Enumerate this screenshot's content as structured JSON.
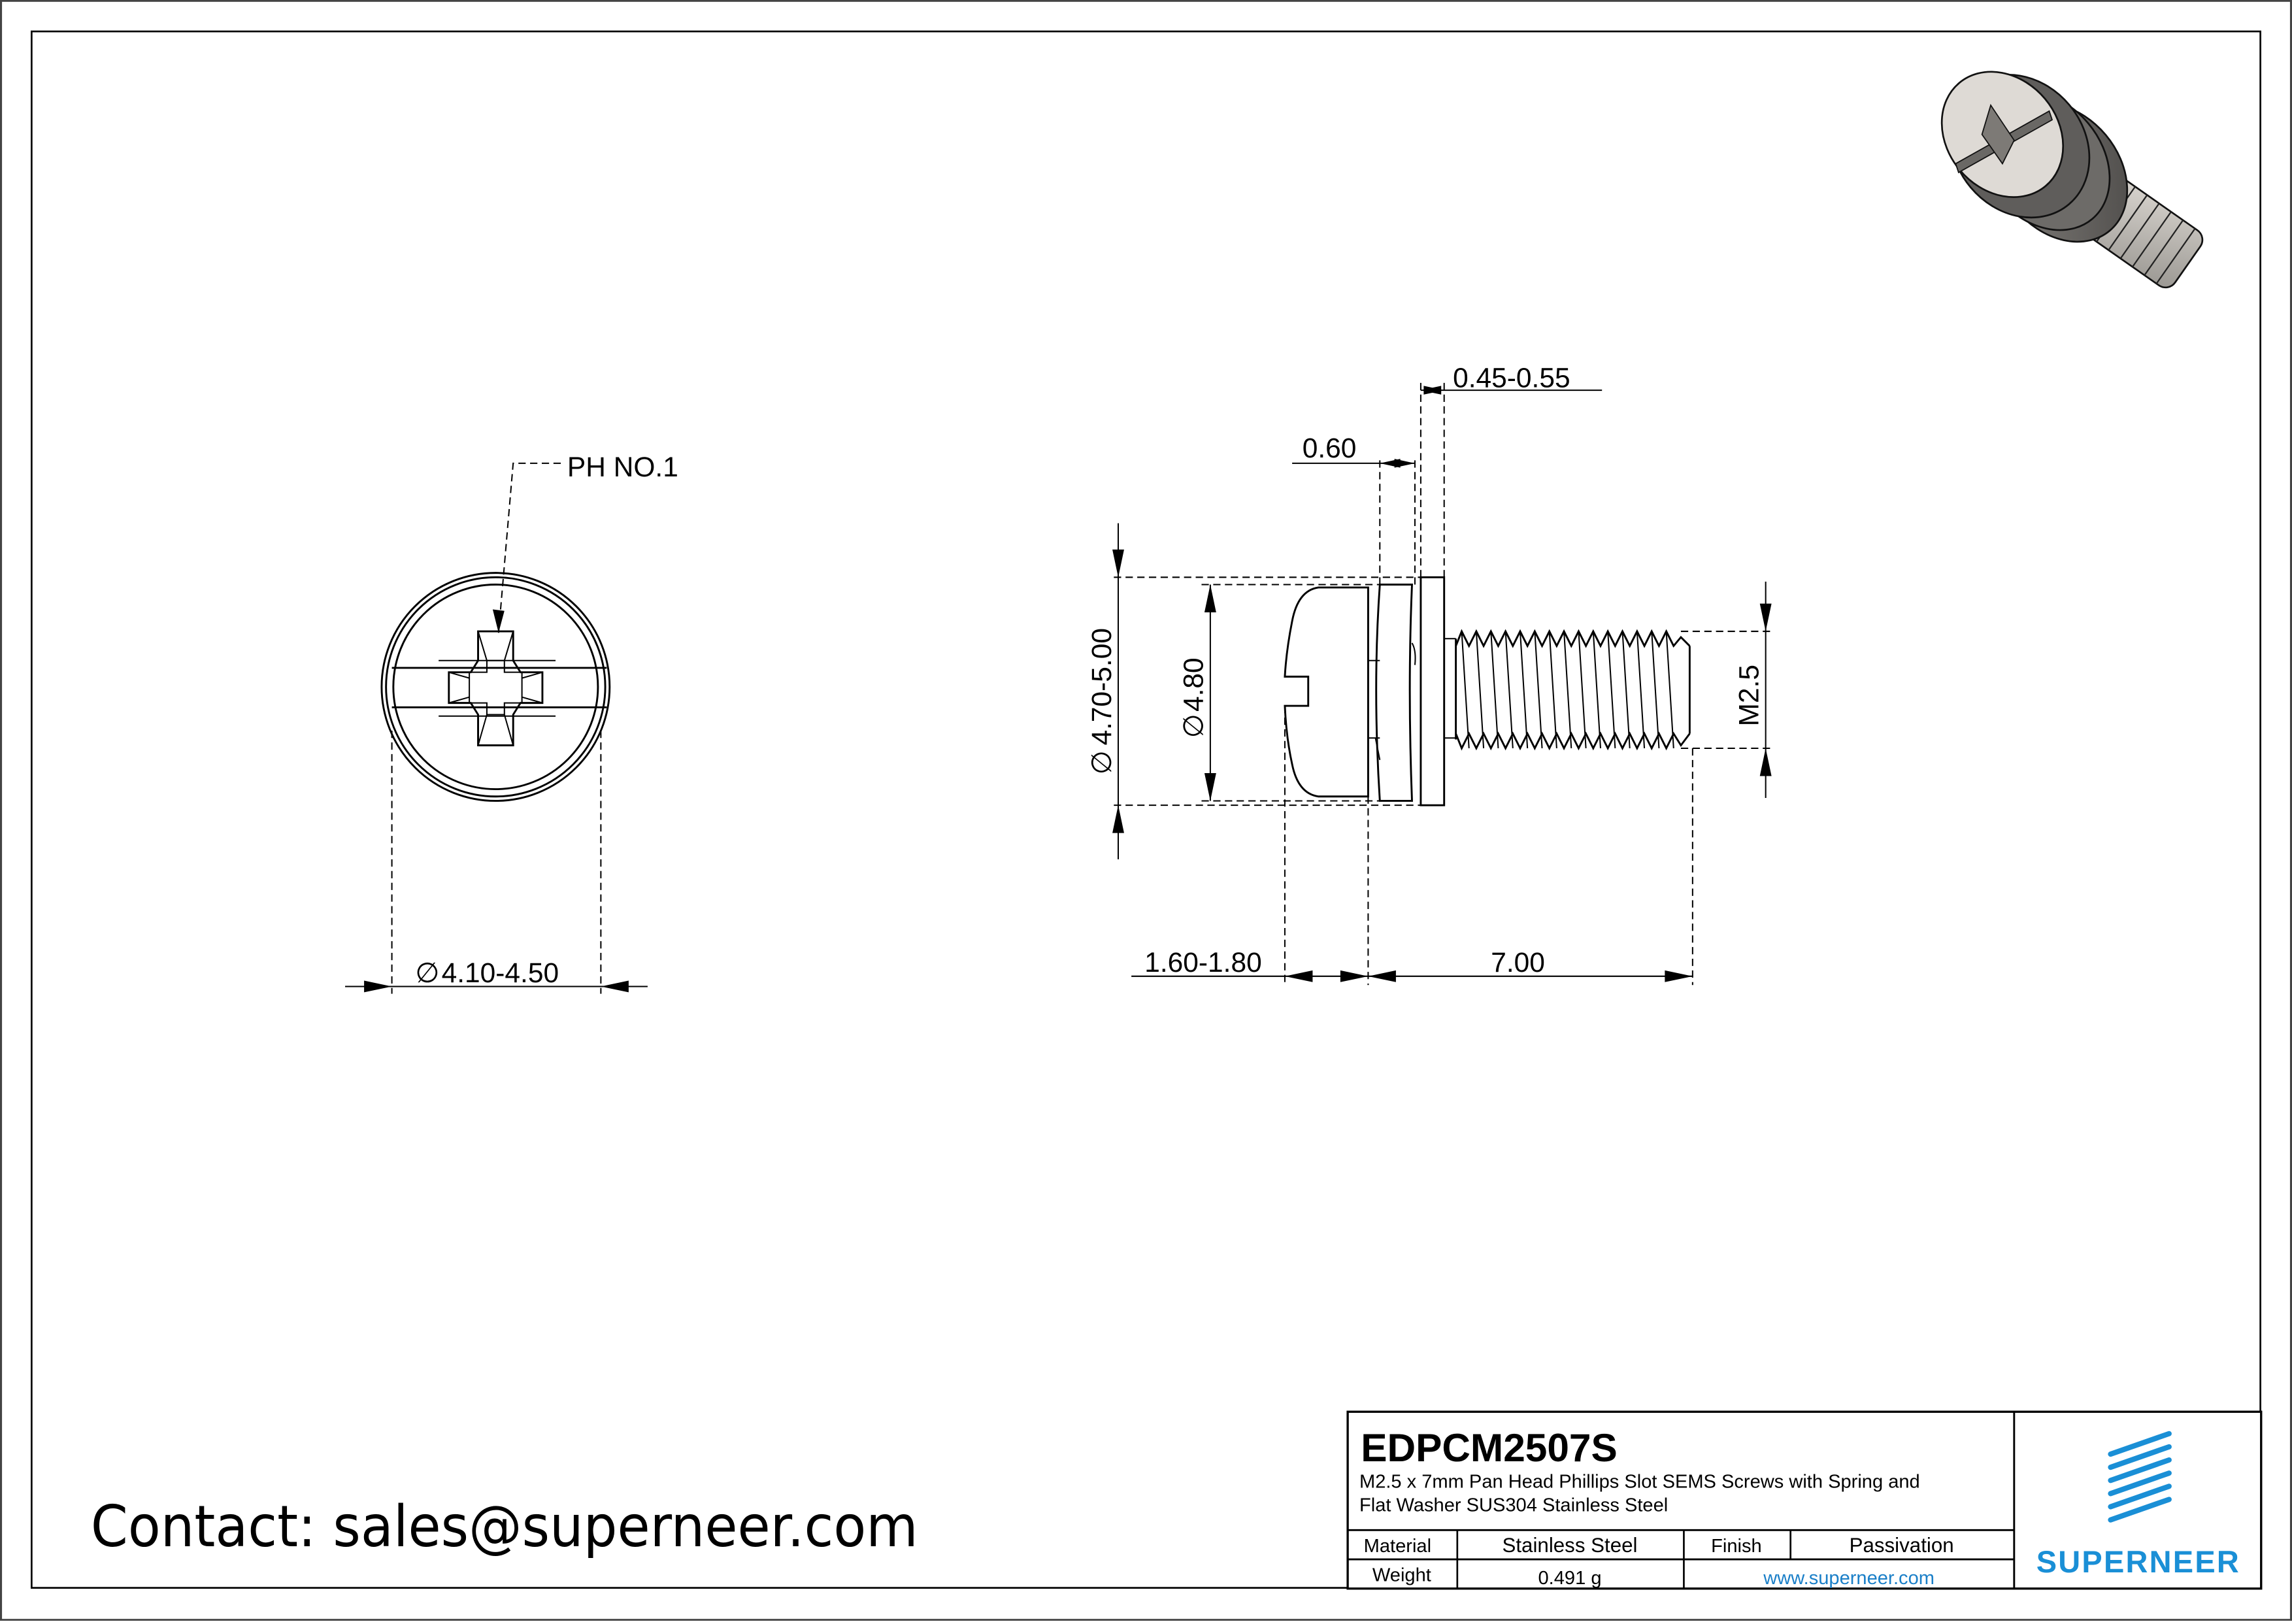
{
  "drawing": {
    "front_view": {
      "callout_label": "PH NO.1",
      "diameter_dim": "4.10-4.50",
      "diameter_symbol": "∅"
    },
    "side_view": {
      "dims": {
        "flat_washer_thickness": "0.45-0.55",
        "spring_washer_thickness": "0.60",
        "washer_outer_diameter": "4.70-5.00",
        "head_diameter": "4.80",
        "thread_size": "M2.5",
        "head_height": "1.60-1.80",
        "length": "7.00"
      },
      "diameter_symbol": "∅"
    },
    "isometric_view": {
      "description": "3D render of pan head phillips slot SEMS screw with spring and flat washer"
    }
  },
  "contact": {
    "text": "Contact: sales@superneer.com"
  },
  "title_block": {
    "part_number": "EDPCM2507S",
    "description_line1": "M2.5 x 7mm Pan Head Phillips Slot SEMS Screws with Spring and",
    "description_line2": "Flat Washer SUS304 Stainless Steel",
    "material_label": "Material",
    "material_value": "Stainless Steel",
    "finish_label": "Finish",
    "finish_value": "Passivation",
    "weight_label": "Weight",
    "weight_value": "0.491 g",
    "website": "www.superneer.com",
    "brand": "SUPERNEER",
    "brand_color": "#1a8fd6"
  }
}
